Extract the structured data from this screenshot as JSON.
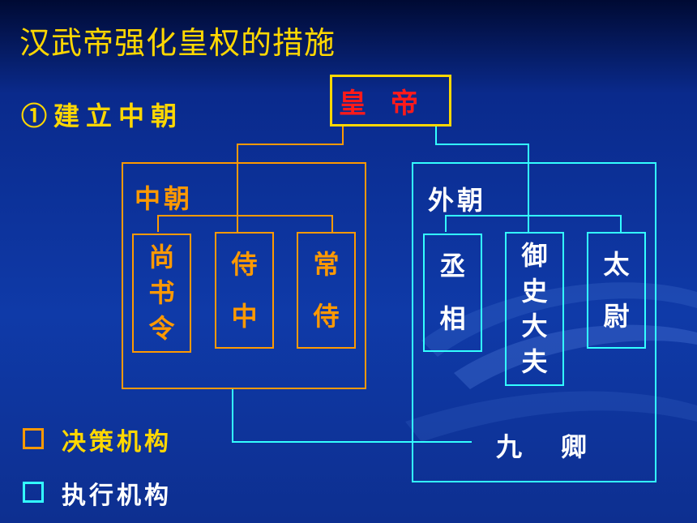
{
  "title": "汉武帝强化皇权的措施",
  "subtitle": "①建立中朝",
  "emperor": "皇帝",
  "inner_court": {
    "label": "中朝",
    "offices": [
      {
        "lines": [
          "尚",
          "书",
          "令"
        ]
      },
      {
        "lines": [
          "侍",
          "中"
        ]
      },
      {
        "lines": [
          "常",
          "侍"
        ]
      }
    ]
  },
  "outer_court": {
    "label": "外朝",
    "offices": [
      {
        "lines": [
          "丞",
          "相"
        ]
      },
      {
        "lines": [
          "御",
          "史",
          "大",
          "夫"
        ]
      },
      {
        "lines": [
          "太",
          "尉"
        ]
      }
    ],
    "nine_ministers": "九　卿"
  },
  "legend": [
    {
      "label": "决策机构",
      "color": "#ff9900"
    },
    {
      "label": "执行机构",
      "color": "#33ffff"
    }
  ],
  "colors": {
    "title": "#ffd700",
    "emperor_text": "#ff1a1a",
    "inner": "#ff9900",
    "outer": "#33ffff"
  }
}
